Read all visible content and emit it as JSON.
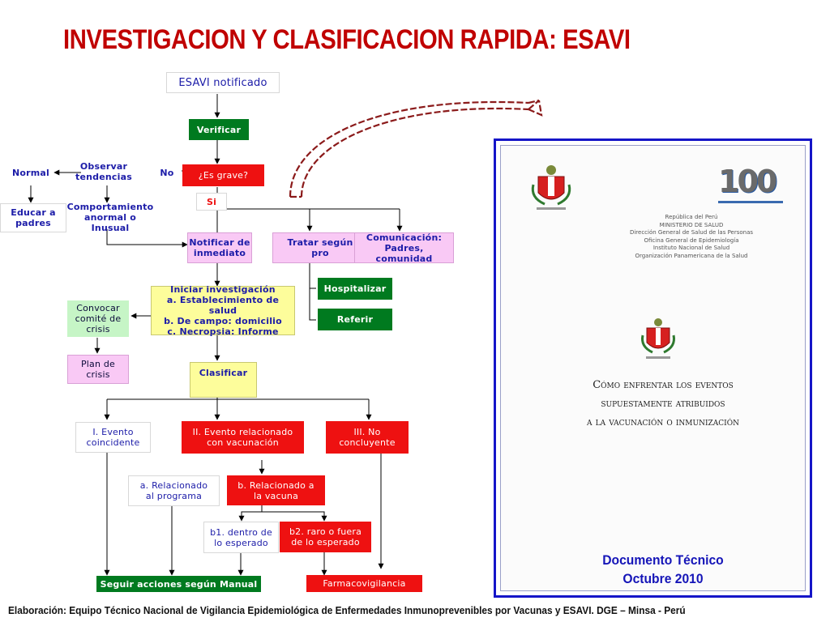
{
  "title": "INVESTIGACION Y CLASIFICACION RAPIDA: ESAVI",
  "flow": {
    "esavi": "ESAVI notificado",
    "verificar": "Verificar",
    "grave": "¿Es grave?",
    "no": "No",
    "si": "Si",
    "observar": "Observar\ntendencias",
    "normal": "Normal",
    "educar": "Educar a\npadres",
    "comportamiento": "Comportamiento\nanormal o Inusual",
    "notificar": "Notificar de\ninmediato",
    "tratar": "Tratar según pro",
    "comunicacion": "Comunicación:\nPadres, comunidad",
    "hospitalizar": "Hospitalizar",
    "referir": "Referir",
    "iniciar": "Iniciar investigación\na. Establecimiento de salud\nb. De campo: domicilio\nc. Necropsia: Informe",
    "convocar": "Convocar\ncomité de\ncrisis",
    "plan": "Plan de\ncrisis",
    "clasificar": "Clasificar",
    "evento1": "I. Evento\ncoincidente",
    "evento2": "II. Evento relacionado\ncon vacunación",
    "evento3": "III. No\nconcluyente",
    "rel_programa": "a. Relacionado\nal programa",
    "rel_vacuna": "b. Relacionado a\nla vacuna",
    "b1": "b1. dentro de\nlo esperado",
    "b2": "b2. raro o fuera\nde lo esperado",
    "seguir": "Seguir acciones según Manual",
    "farmaco": "Farmacovigilancia"
  },
  "document": {
    "org_lines": "República del Perú\nMINISTERIO DE SALUD\nDirección General de Salud de las Personas\nOficina General de Epidemiología\nInstituto Nacional de Salud\nOrganización Panamericana de la Salud",
    "title": "Cómo enfrentar los eventos\nsupuestamente atribuidos\na la vacunación o inmunización",
    "caption": "Documento Técnico\nOctubre 2010",
    "anniversary_logo": "100"
  },
  "footer": "Elaboración: Equipo Técnico Nacional de Vigilancia Epidemiológica de Enfermedades Inmunoprevenibles por Vacunas y ESAVI. DGE – Minsa - Perú",
  "colors": {
    "title": "#c00000",
    "green": "#007a1f",
    "red": "#ee1111",
    "pink": "#f9c9f5",
    "yellow": "#fdfd9b",
    "doc_border": "#1515c8"
  }
}
